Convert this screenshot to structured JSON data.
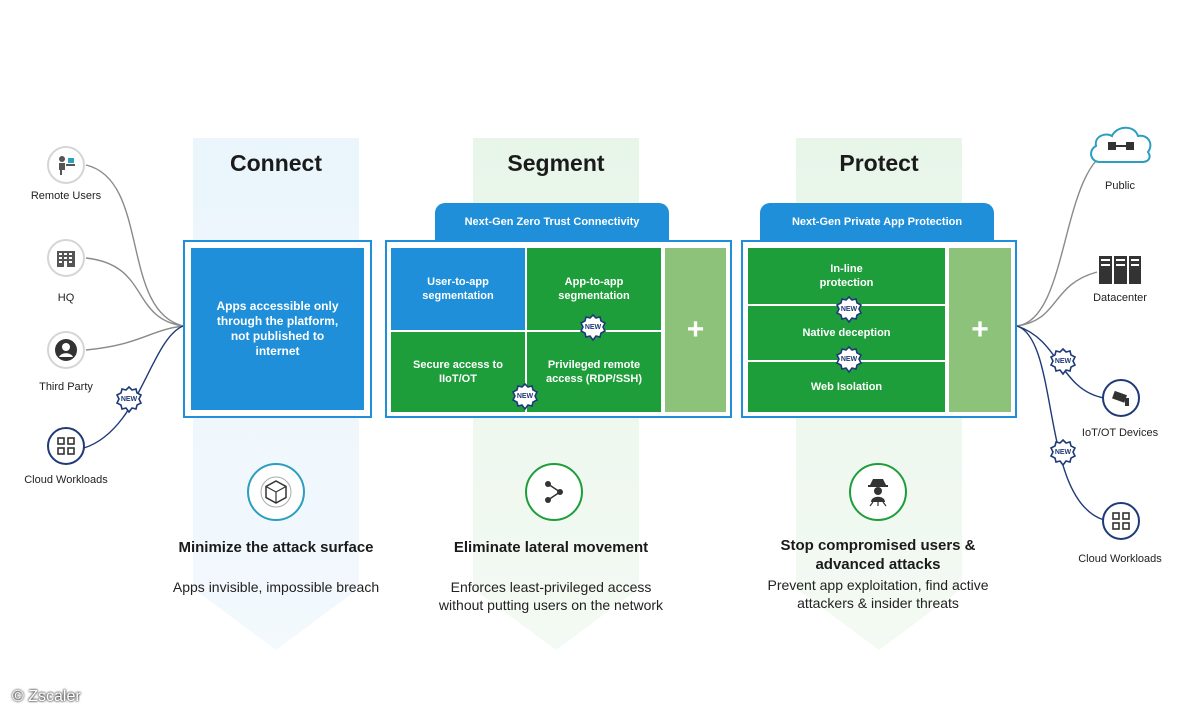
{
  "columns": {
    "connect": {
      "title": "Connect",
      "box_text": "Apps accessible only through the platform, not published to internet",
      "feature_title": "Minimize the attack surface",
      "feature_desc": "Apps invisible, impossible breach"
    },
    "segment": {
      "title": "Segment",
      "tab": "Next-Gen Zero Trust Connectivity",
      "cells": {
        "user_to_app": "User-to-app segmentation",
        "app_to_app": "App-to-app segmentation",
        "secure_access": "Secure access to IIoT/OT",
        "privileged": "Privileged remote access (RDP/SSH)"
      },
      "plus": "+",
      "feature_title": "Eliminate lateral movement",
      "feature_desc": "Enforces least-privileged access without putting users on the network"
    },
    "protect": {
      "title": "Protect",
      "tab": "Next-Gen Private App Protection",
      "cells": {
        "inline": "In-line protection",
        "deception": "Native deception",
        "isolation": "Web Isolation"
      },
      "plus": "+",
      "feature_title": "Stop compromised users & advanced attacks",
      "feature_desc": "Prevent app exploitation, find active attackers & insider threats"
    }
  },
  "badge_text": "NEW",
  "left_nodes": [
    {
      "label": "Remote Users",
      "icon": "remote-user-icon"
    },
    {
      "label": "HQ",
      "icon": "building-icon"
    },
    {
      "label": "Third Party",
      "icon": "person-icon"
    },
    {
      "label": "Cloud Workloads",
      "icon": "workload-icon"
    }
  ],
  "right_nodes": [
    {
      "label": "Public",
      "icon": "cloud-icon"
    },
    {
      "label": "Datacenter",
      "icon": "server-icon"
    },
    {
      "label": "IoT/OT Devices",
      "icon": "camera-icon"
    },
    {
      "label": "Cloud Workloads",
      "icon": "workload-icon"
    }
  ],
  "copyright": "© Zscaler",
  "colors": {
    "blue": "#1e8fd8",
    "green": "#1e9e3a",
    "light_green": "#8dc27a",
    "badge": "#1e3a78"
  }
}
